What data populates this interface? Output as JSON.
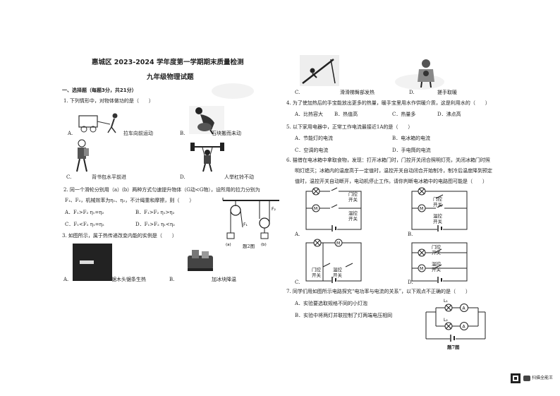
{
  "title": "惠城区 2023-2024 学年度第一学期期末质量检测",
  "subtitle": "九年级物理试题",
  "section1": "一、选择题（每题3分，共21分）",
  "q1": {
    "stem": "1. 下列情形中，对物体做功的是（　　）",
    "a_letter": "A.",
    "a_text": "拉车向前运动",
    "b_letter": "B.",
    "b_text": "石块搬而未动",
    "c_letter": "C.",
    "c_text": "背书包水平前进",
    "d_letter": "D.",
    "d_text": "人举杠铃不动"
  },
  "q2": {
    "line1": "2. 同一个滑轮分别用（a）(b）两种方式匀速提升物体（G动<G物），设所用的拉力分别为",
    "line2": "F₁、F₂，机械效率为η₁、η₂，不计绳重和摩擦，则（　　）",
    "optA": "A．F₁>F₂  η₁=η₂",
    "optB": "B．F₁>F₂  η₁>η₂",
    "optC": "C．F₁<F₂  η₁=η₂",
    "optD": "D．F₁>F₂  η₁<η₂",
    "fig_caption": "题2图",
    "label_a": "(a)",
    "label_b": "(b)",
    "F1": "F₁",
    "F2": "F₂"
  },
  "q3": {
    "stem": "3. 如图所示，属于热传递改变内能的实例是（　　）",
    "a_letter": "A.",
    "a_text": "锯木头锯条生热",
    "b_letter": "B.",
    "b_text": "加冰块降温",
    "c_letter": "C.",
    "c_text": "滑滑梯臀部发热",
    "d_letter": "D.",
    "d_text": "搓手取暖"
  },
  "q4": {
    "line1": "4. 为了使加热后的手宝能放出更多的热量，暖手宝里用水作供暖介质，这是利用水的（　　）",
    "optA": "A．比热容大",
    "optB": "B．热值高",
    "optC": "C．热量多",
    "optD": "D．沸点高"
  },
  "q5": {
    "stem": "5. 以下家用电器中，正常工作电流最接近1A的是（　　）",
    "optA": "A．节能灯的电流",
    "optB": "B．电冰箱的电流",
    "optC": "C．空调的电流",
    "optD": "D．手电筒的电流"
  },
  "q6": {
    "line1": "6. 猫借在电冰箱中拿取食物，发现：打开冰箱门时，门控开关闭合照明灯亮，关闭冰箱门时照",
    "line2": "明灯熄灭；冰箱内的温度高于一定值时，温控开关自动闭合开始制冷，制冷后温度降到预定",
    "line3": "值时，温控开关自动断开，电动机停止工作。请你判断电冰箱中的电路图可能是（　　）",
    "door": "门控",
    "temp": "温控",
    "sw": "开关",
    "motor": "M",
    "optA": "A.",
    "optB": "B.",
    "optC": "C.",
    "optD": "D."
  },
  "q7": {
    "stem": "7. 同学们用如图所示电路探究“电功率与电流的关系”，以下观点不正确的是（　　）",
    "optA": "A．实验要选取规格不同的小灯泡",
    "optB": "B．实验中将两灯并联控制了灯两端电压相同",
    "fig_caption": "题7图",
    "L1": "L₁",
    "L2": "L₂",
    "ammeter": "A"
  },
  "watermark": "扫描全能王"
}
